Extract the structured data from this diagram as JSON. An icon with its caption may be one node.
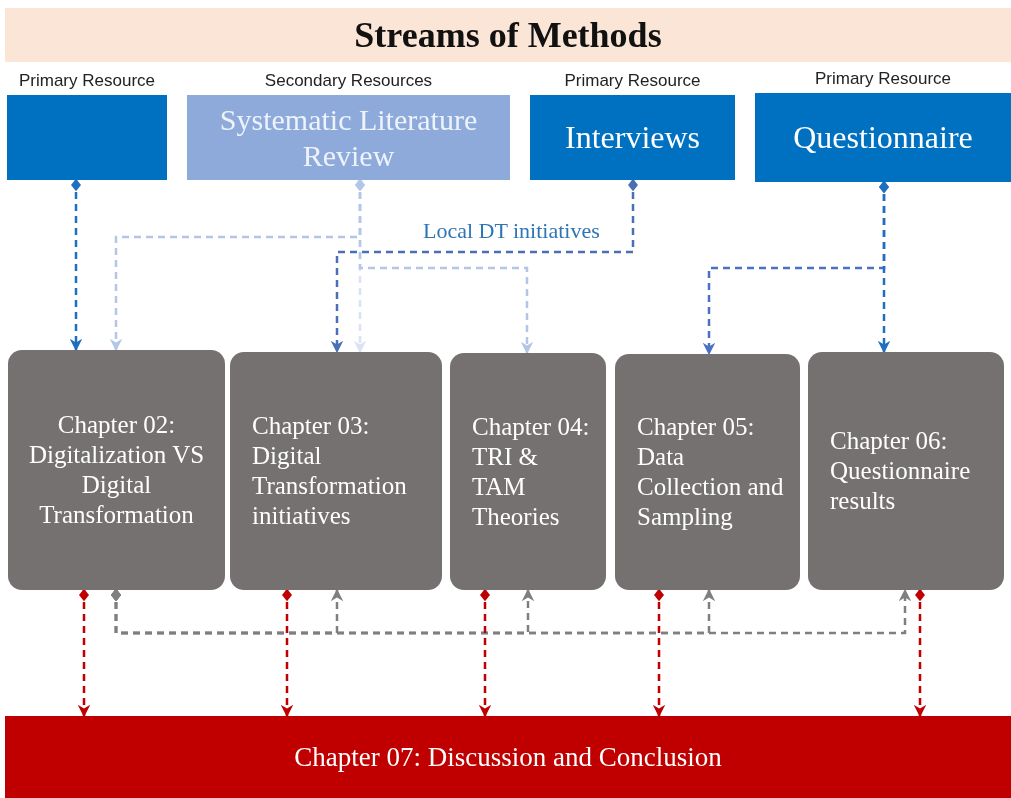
{
  "diagram": {
    "title": "Streams of Methods",
    "nodes": [
      {
        "text": [],
        "shape": "box",
        "beside": [
          "Primary Resource"
        ]
      },
      {
        "text": [
          "Systematic Literature Review"
        ],
        "beside": [
          "Secondary Resources"
        ]
      },
      {
        "text": [
          "Interviews"
        ],
        "beside": [
          "Primary Resource"
        ]
      },
      {
        "text": [
          "Questionnaire"
        ],
        "beside": [
          "Primary Resource"
        ]
      },
      {
        "text": [
          "Chapter 02: Digitalization VS Digital Transformation"
        ]
      },
      {
        "text": [
          "Chapter 03: Digital Transformation initiatives"
        ]
      },
      {
        "text": [
          "Chapter 04: TRI & TAM Theories"
        ]
      },
      {
        "text": [
          "Chapter 05: Data Collection and Sampling"
        ]
      },
      {
        "text": [
          "Chapter 06: Questionnaire results"
        ]
      },
      {
        "text": [
          "Chapter 07: Discussion and Conclusion"
        ]
      }
    ],
    "edges": [
      {
        "from": 0,
        "to": 4,
        "arrow": "to",
        "style": "dashed",
        "color": "#1f6fbf"
      },
      {
        "from": 1,
        "to": 4,
        "arrow": "to",
        "style": "dashed",
        "color": "#b4c6e7"
      },
      {
        "from": 1,
        "to": 5,
        "arrow": "to",
        "style": "dashed",
        "color": "#dae3f3"
      },
      {
        "from": 1,
        "to": 6,
        "arrow": "to",
        "style": "dashed",
        "color": "#b4c6e7"
      },
      {
        "from": 2,
        "to": 5,
        "arrow": "to",
        "style": "dashed",
        "color": "#4a6fb5",
        "label": "Local DT initiatives"
      },
      {
        "from": 3,
        "to": 7,
        "arrow": "to",
        "style": "dashed",
        "color": "#4a72c4"
      },
      {
        "from": 3,
        "to": 8,
        "arrow": "to",
        "style": "dashed",
        "color": "#1f6fbf"
      },
      {
        "from": 4,
        "to": 5,
        "arrow": "to",
        "style": "dashed",
        "color": "#7f7f7f"
      },
      {
        "from": 4,
        "to": 6,
        "arrow": "to",
        "style": "dashed",
        "color": "#7f7f7f"
      },
      {
        "from": 4,
        "to": 7,
        "arrow": "to",
        "style": "dashed",
        "color": "#7f7f7f"
      },
      {
        "from": 4,
        "to": 8,
        "arrow": "to",
        "style": "dashed",
        "color": "#7f7f7f"
      },
      {
        "from": 4,
        "to": 9,
        "arrow": "to",
        "style": "dashed",
        "color": "#c00000"
      },
      {
        "from": 5,
        "to": 9,
        "arrow": "to",
        "style": "dashed",
        "color": "#c00000"
      },
      {
        "from": 6,
        "to": 9,
        "arrow": "to",
        "style": "dashed",
        "color": "#c00000"
      },
      {
        "from": 7,
        "to": 9,
        "arrow": "to",
        "style": "dashed",
        "color": "#c00000"
      },
      {
        "from": 8,
        "to": 9,
        "arrow": "to",
        "style": "dashed",
        "color": "#c00000"
      }
    ]
  }
}
